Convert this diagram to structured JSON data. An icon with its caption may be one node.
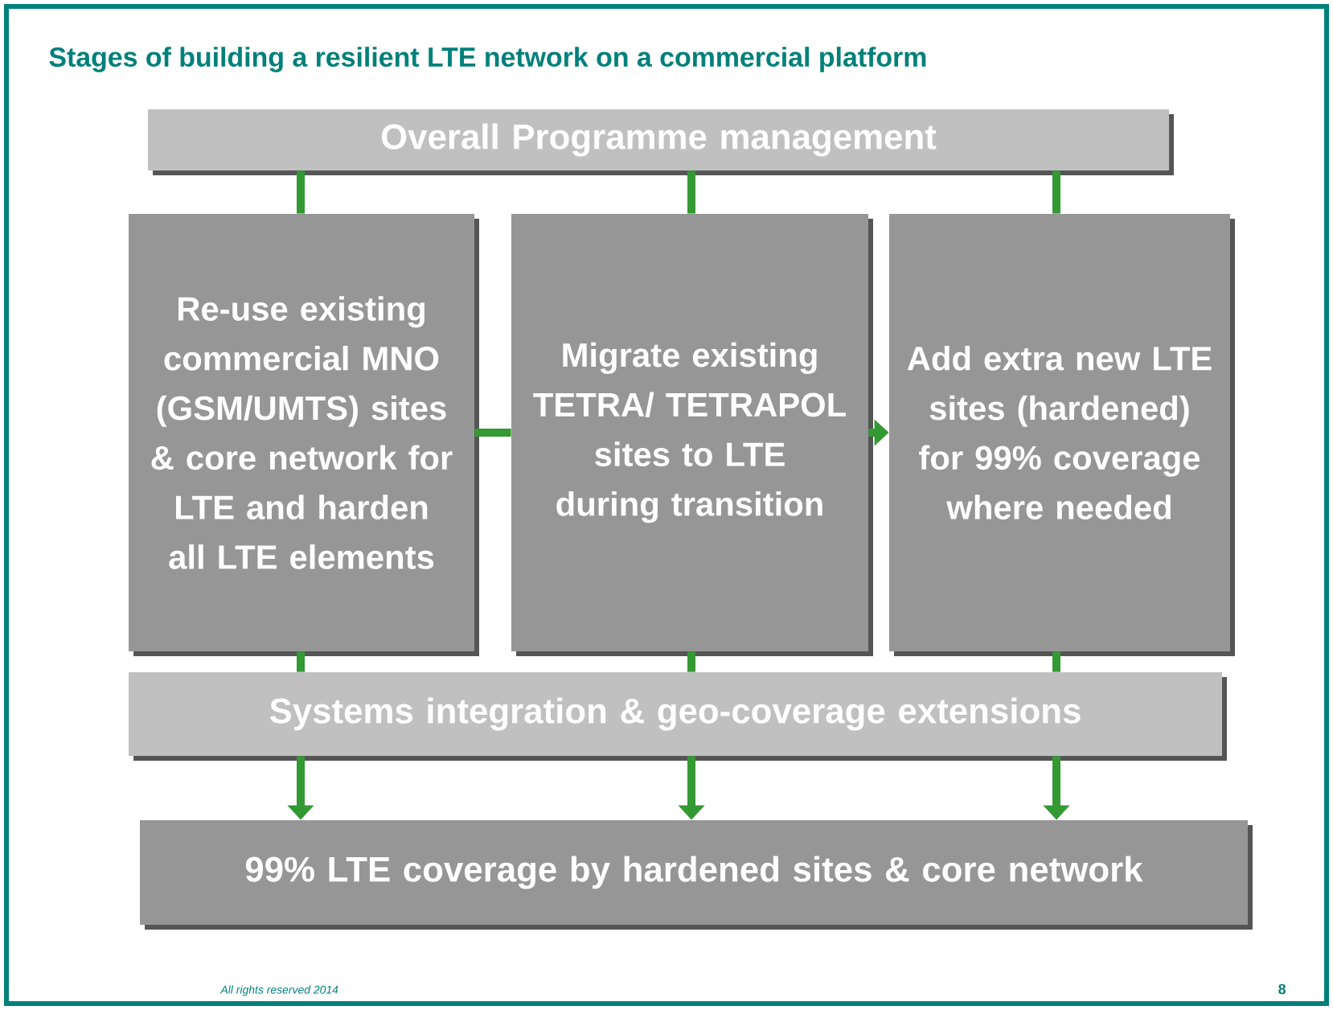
{
  "diagram": {
    "title": "Stages of building a resilient LTE network  on a commercial platform",
    "nodes": [
      {
        "text": [
          "Overall Programme management"
        ]
      },
      {
        "text": [
          "Re-use existing commercial MNO (GSM/UMTS) sites & core network for LTE and harden all LTE elements"
        ]
      },
      {
        "text": [
          "Migrate existing TETRA/ TETRAPOL sites to LTE during transition"
        ]
      },
      {
        "text": [
          "Add extra new LTE sites (hardened) for 99% coverage where needed"
        ]
      },
      {
        "text": [
          "Systems integration & geo-coverage extensions"
        ]
      },
      {
        "text": [
          "99% LTE coverage  by hardened sites & core network"
        ]
      }
    ],
    "edges": [
      {
        "from": 0,
        "to": 1,
        "arrow": "none"
      },
      {
        "from": 0,
        "to": 2,
        "arrow": "none"
      },
      {
        "from": 0,
        "to": 3,
        "arrow": "none"
      },
      {
        "from": 1,
        "to": 2,
        "arrow": "none"
      },
      {
        "from": 2,
        "to": 3,
        "arrow": "to"
      },
      {
        "from": 1,
        "to": 4,
        "arrow": "none"
      },
      {
        "from": 2,
        "to": 4,
        "arrow": "none"
      },
      {
        "from": 3,
        "to": 4,
        "arrow": "none"
      },
      {
        "from": 4,
        "to": 5,
        "arrow": "to"
      },
      {
        "from": 4,
        "to": 5,
        "arrow": "to"
      },
      {
        "from": 4,
        "to": 5,
        "arrow": "to"
      }
    ],
    "labels": [
      "All rights reserved  2014",
      "8"
    ]
  }
}
